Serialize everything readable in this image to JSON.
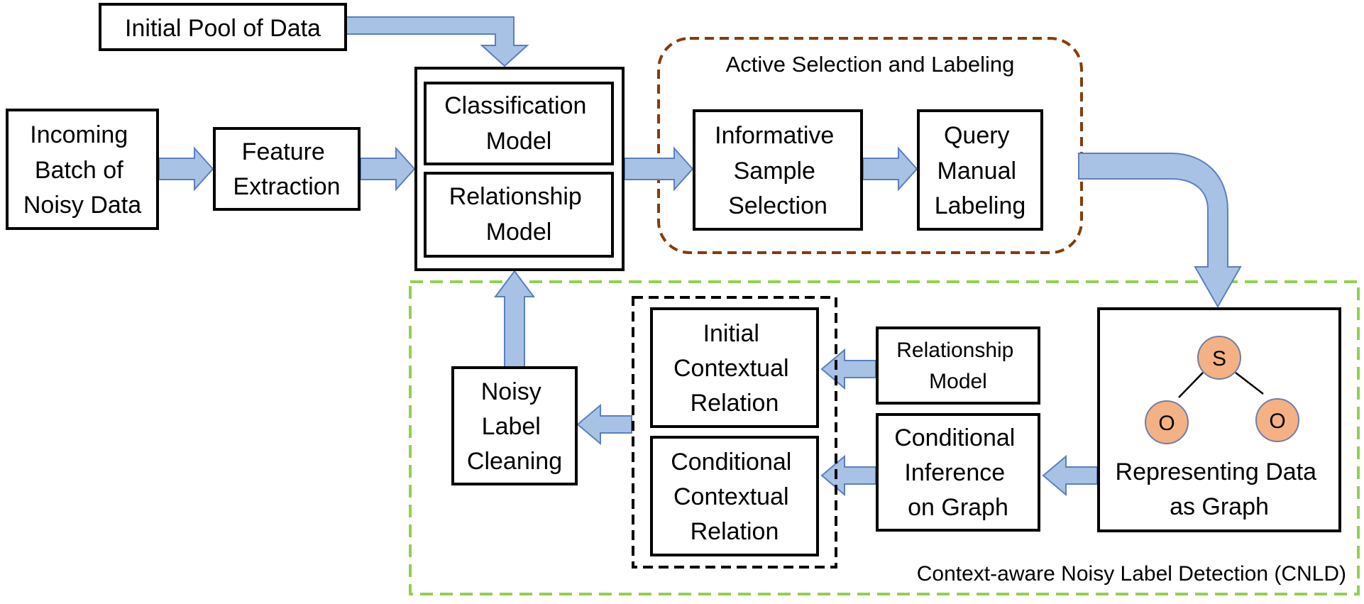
{
  "colors": {
    "box_border": "#000000",
    "arrow_fill": "#a8c2e6",
    "arrow_stroke": "#5b7fbe",
    "active_region_border": "#843c0c",
    "cnld_region_border": "#92d050",
    "node_fill": "#f4b183",
    "node_stroke": "#6f7ea8"
  },
  "nodes": {
    "initial_pool": [
      "Initial Pool of Data"
    ],
    "incoming_batch": [
      "Incoming",
      "Batch of",
      "Noisy Data"
    ],
    "feature_extraction": [
      "Feature",
      "Extraction"
    ],
    "classification_model": [
      "Classification",
      "Model"
    ],
    "relationship_model_top": [
      "Relationship",
      "Model"
    ],
    "informative_sample": [
      "Informative",
      "Sample",
      "Selection"
    ],
    "query_manual": [
      "Query",
      "Manual",
      "Labeling"
    ],
    "representing_data": [
      "Representing Data",
      "as Graph"
    ],
    "relationship_model_small": [
      "Relationship",
      "Model"
    ],
    "conditional_inference": [
      "Conditional",
      "Inference",
      "on Graph"
    ],
    "initial_contextual": [
      "Initial",
      "Contextual",
      "Relation"
    ],
    "conditional_contextual": [
      "Conditional",
      "Contextual",
      "Relation"
    ],
    "noisy_label_cleaning": [
      "Noisy",
      "Label",
      "Cleaning"
    ]
  },
  "graph_nodes": {
    "subject": "S",
    "object_left": "O",
    "object_right": "O"
  },
  "regions": {
    "active_selection": "Active Selection and Labeling",
    "cnld": "Context-aware Noisy Label Detection (CNLD)"
  }
}
